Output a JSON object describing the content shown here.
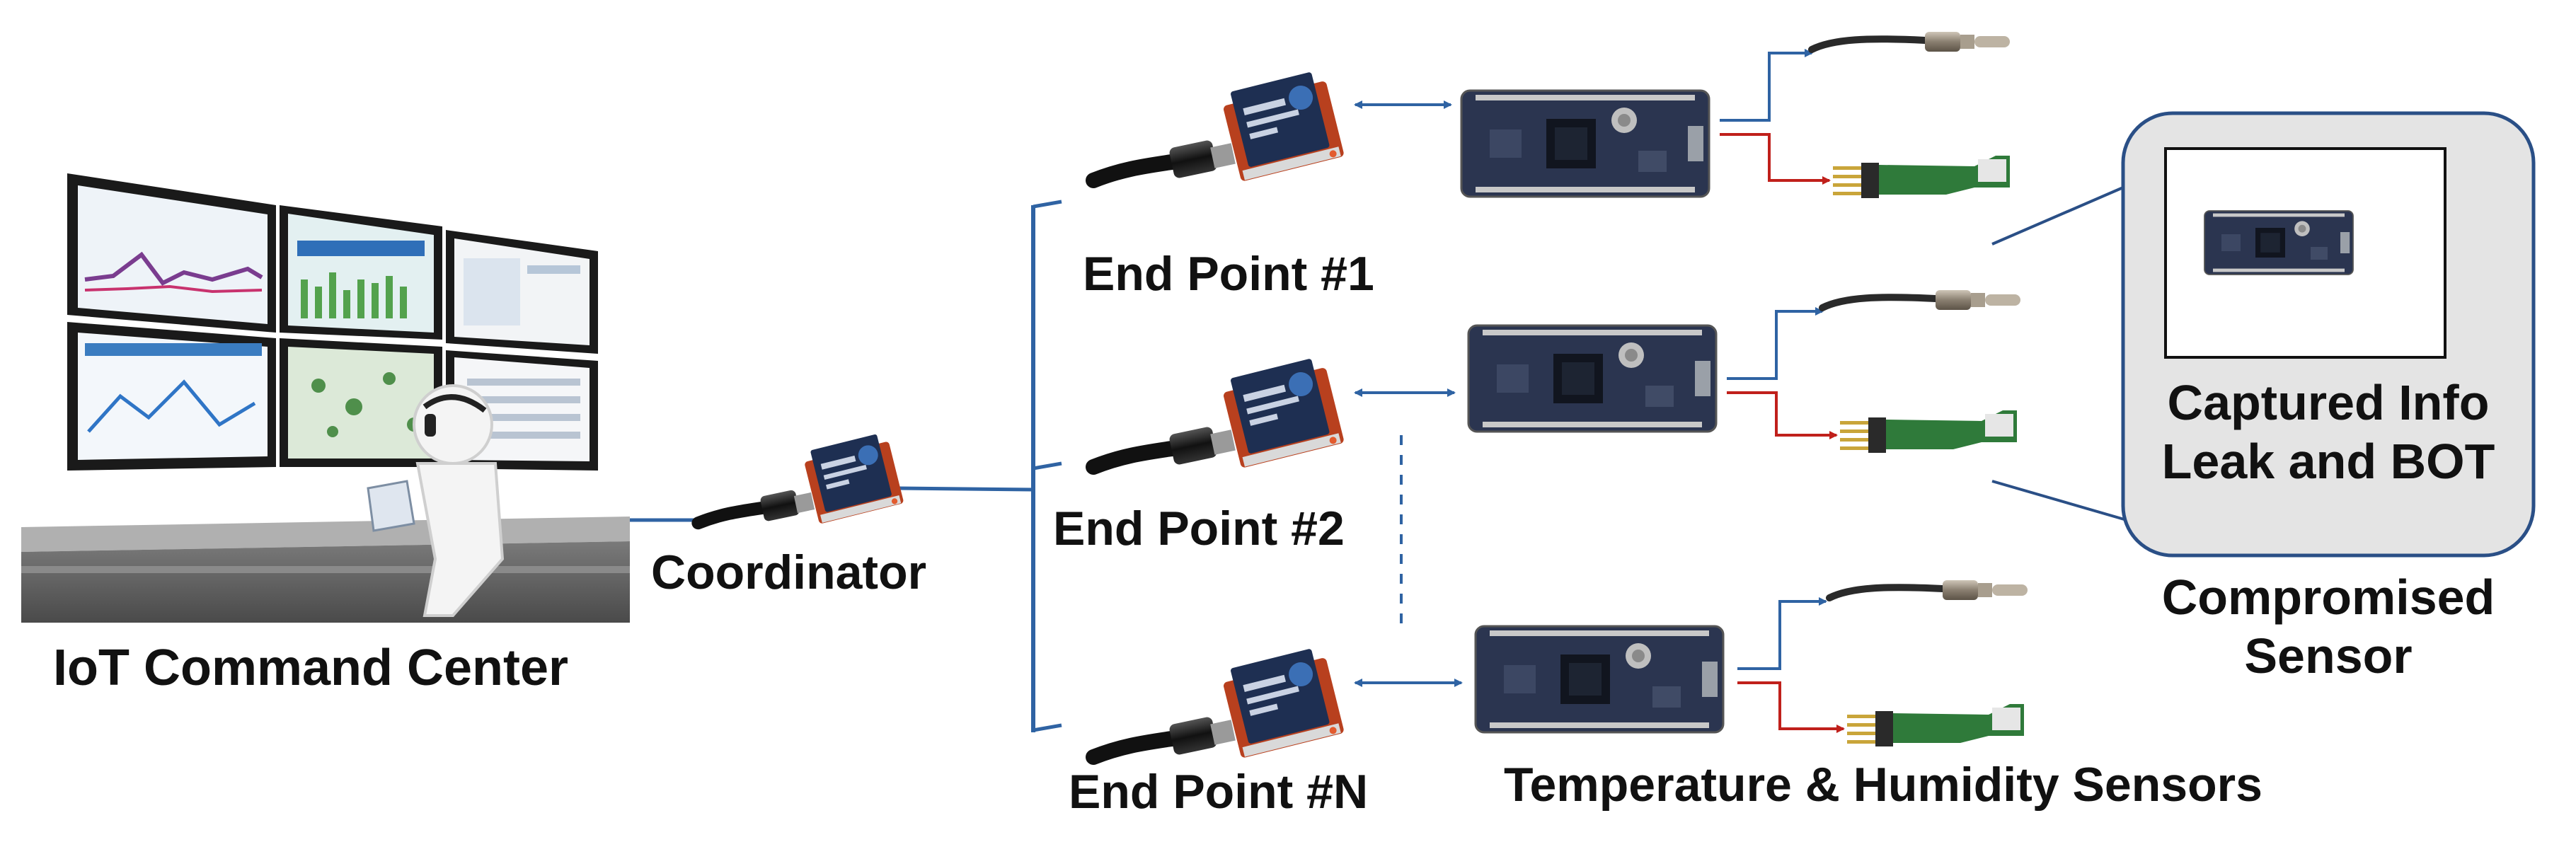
{
  "labels": {
    "command_center": "IoT Command Center",
    "coordinator": "Coordinator",
    "endpoint_1": "End Point #1",
    "endpoint_2": "End Point #2",
    "endpoint_n": "End Point #N",
    "sensors": "Temperature & Humidity Sensors",
    "captured_line1": "Captured Info",
    "captured_line2": "Leak and BOT",
    "compromised_line1": "Compromised",
    "compromised_line2": "Sensor"
  },
  "icons": [
    "control-room-monitors-icon",
    "operator-figure-icon",
    "xbee-radio-icon",
    "usb-cable-icon",
    "microcontroller-board-icon",
    "temperature-probe-icon",
    "humidity-sensor-icon"
  ],
  "colors": {
    "link_blue": "#2f63a3",
    "arrow_red": "#c0201b",
    "radio_red": "#b8401e",
    "board_navy": "#2b3550",
    "sensor_green": "#2f7a3a",
    "box_fill": "#e4e4e4",
    "box_border": "#2a4f86"
  }
}
